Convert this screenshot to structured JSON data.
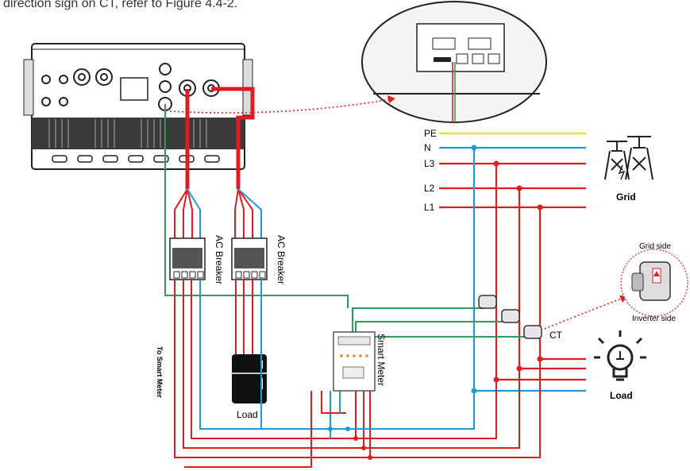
{
  "header_text": "direction sign on CT, refer to Figure 4.4-2.",
  "lines": {
    "pe": "PE",
    "n": "N",
    "l3": "L3",
    "l2": "L2",
    "l1": "L1"
  },
  "labels": {
    "grid": "Grid",
    "ac_breaker_left": "AC Breaker",
    "ac_breaker_right": "AC Breaker",
    "to_smart_meter": "To Smart Meter",
    "smart_meter": "Smart Meter",
    "load_left": "Load",
    "load_right": "Load",
    "ct": "CT",
    "grid_side": "Grid side",
    "inverter_side": "Inverter side"
  },
  "colors": {
    "red": "#e11b22",
    "blue": "#1e9ad6",
    "green": "#2e9c5a",
    "yellow": "#f2e600",
    "dark": "#222222",
    "gray": "#9a9a9a"
  },
  "icons": {
    "grid": "transmission-tower-icon",
    "load": "light-bulb-icon",
    "fridge": "refrigerator-icon"
  }
}
